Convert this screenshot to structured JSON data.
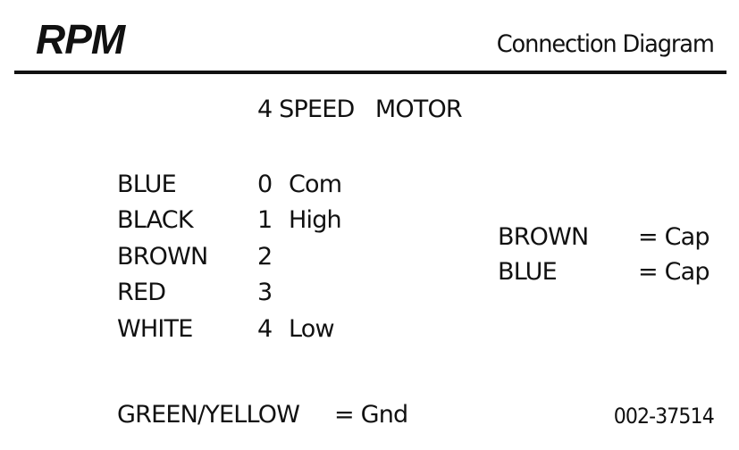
{
  "header": {
    "brand": "RPM",
    "title": "Connection Diagram"
  },
  "motor": {
    "title": "4 SPEED   MOTOR"
  },
  "wires": [
    {
      "color": "BLUE",
      "terminal": "0",
      "function": "Com"
    },
    {
      "color": "BLACK",
      "terminal": "1",
      "function": "High"
    },
    {
      "color": "BROWN",
      "terminal": "2",
      "function": ""
    },
    {
      "color": "RED",
      "terminal": "3",
      "function": ""
    },
    {
      "color": "WHITE",
      "terminal": "4",
      "function": "Low"
    }
  ],
  "capacitor": [
    {
      "color": "BROWN",
      "value": "= Cap"
    },
    {
      "color": "BLUE",
      "value": "= Cap"
    }
  ],
  "ground": {
    "color": "GREEN/YELLOW",
    "value": "= Gnd"
  },
  "part_number": "002-37514"
}
